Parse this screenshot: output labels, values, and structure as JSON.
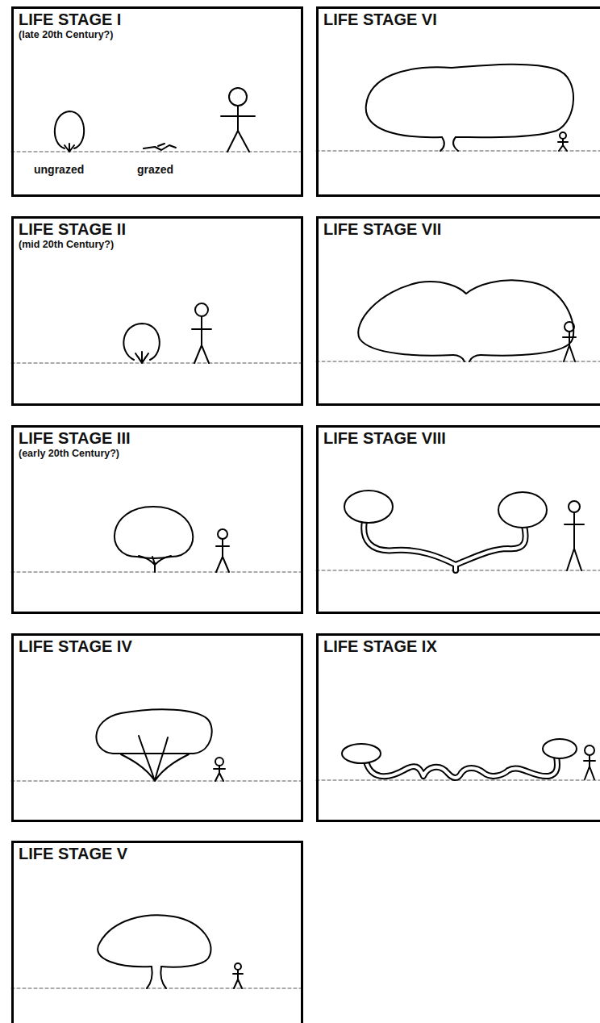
{
  "diagram": {
    "nodes": [
      {
        "text": [
          "LIFE STAGE I",
          "(late 20th Century?)"
        ]
      },
      {
        "text": [
          "LIFE STAGE II",
          "(mid 20th Century?)"
        ]
      },
      {
        "text": [
          "LIFE STAGE III",
          "(early 20th Century?)"
        ]
      },
      {
        "text": [
          "LIFE STAGE IV"
        ]
      },
      {
        "text": [
          "LIFE STAGE V"
        ]
      },
      {
        "text": [
          "LIFE STAGE VI"
        ]
      },
      {
        "text": [
          "LIFE STAGE VII"
        ]
      },
      {
        "text": [
          "LIFE STAGE VIII"
        ]
      },
      {
        "text": [
          "LIFE STAGE IX"
        ]
      }
    ],
    "labels": [
      "ungrazed",
      "grazed"
    ]
  }
}
